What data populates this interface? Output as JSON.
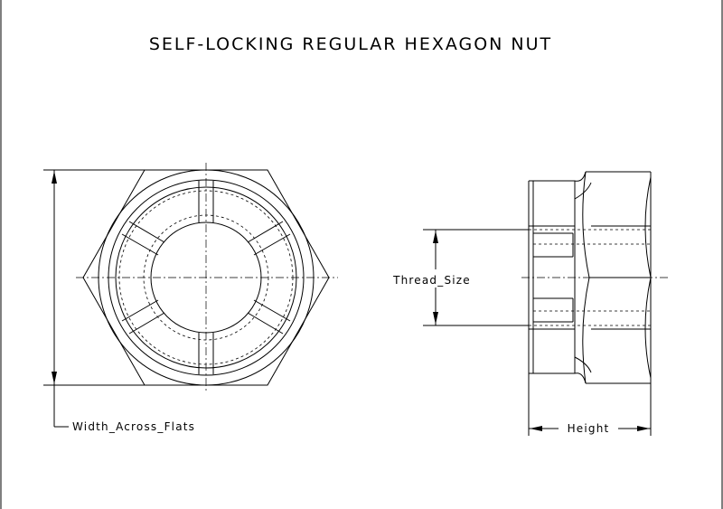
{
  "title": "SELF-LOCKING REGULAR HEXAGON NUT",
  "dimensions": {
    "width_across_flats": "Width_Across_Flats",
    "thread_size": "Thread_Size",
    "height": "Height"
  }
}
